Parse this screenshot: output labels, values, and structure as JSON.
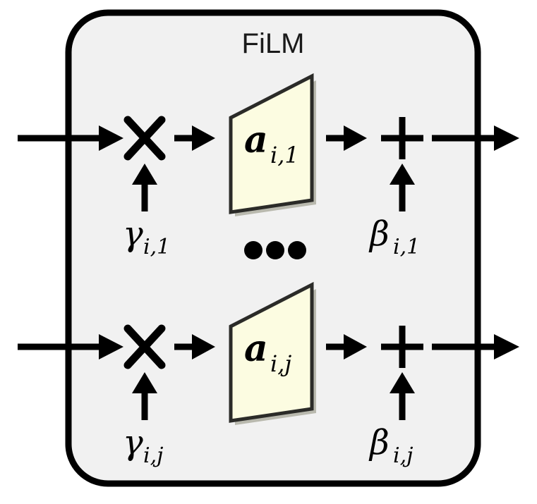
{
  "diagram": {
    "title": "FiLM",
    "type": "FiLM (Feature-wise Linear Modulation) block diagram",
    "colors": {
      "panel_fill": "#f1f1f1",
      "panel_border": "#000000",
      "block_fill": "#fcfce1",
      "block_border": "#2b2b28",
      "ink": "#000000"
    },
    "rows": [
      {
        "id": "row-top",
        "multiply_operator": "×",
        "scale_label": "γ",
        "scale_subscript": "i,1",
        "block_label": "a",
        "block_subscript": "i,1",
        "add_operator": "+",
        "shift_label": "β",
        "shift_subscript": "i,1"
      },
      {
        "id": "row-bottom",
        "multiply_operator": "×",
        "scale_label": "γ",
        "scale_subscript": "i,j",
        "block_label": "a",
        "block_subscript": "i,j",
        "add_operator": "+",
        "shift_label": "β",
        "shift_subscript": "i,j"
      }
    ],
    "ellipsis": "• • •"
  }
}
